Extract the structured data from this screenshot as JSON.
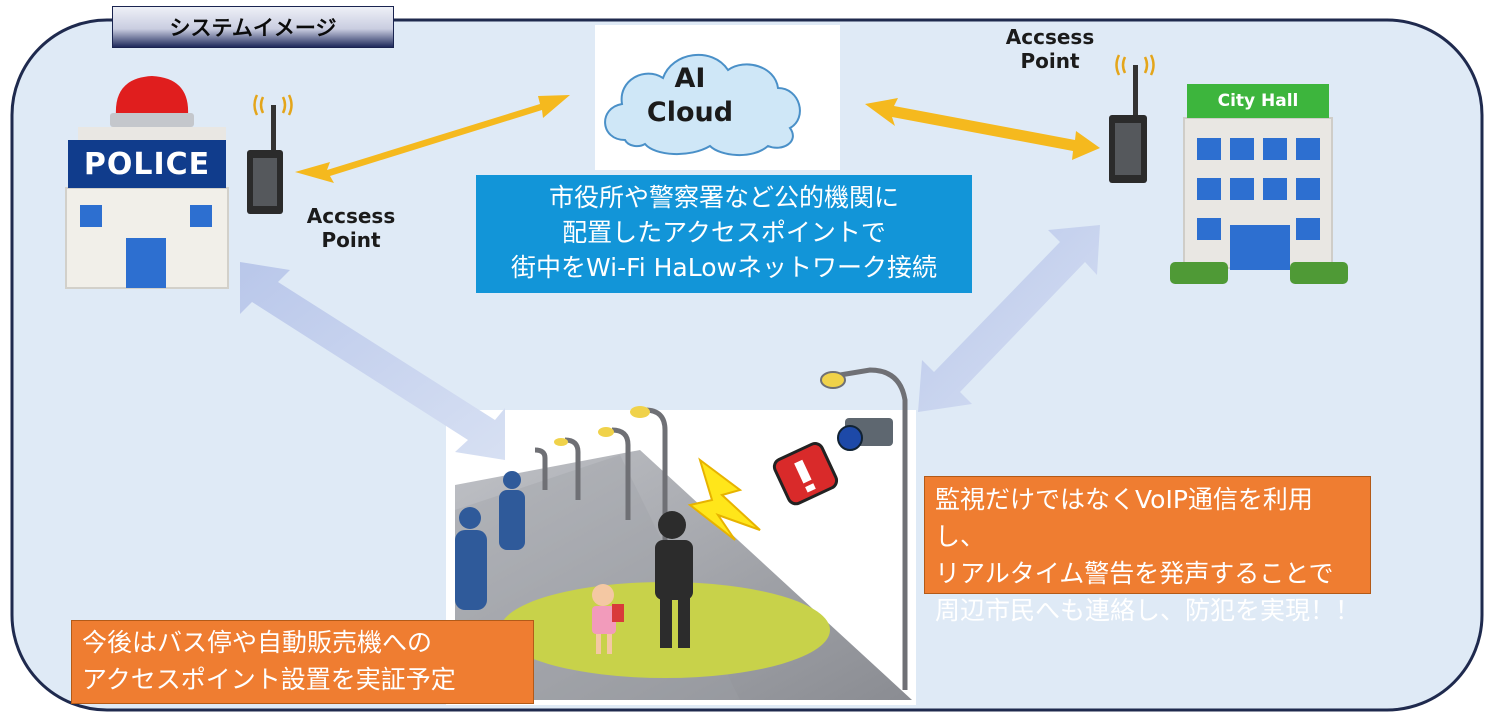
{
  "title_tag": "システムイメージ",
  "cloud": {
    "line1": "AI",
    "line2": "Cloud"
  },
  "access_point": {
    "line1": "Accsess",
    "line2": "Point"
  },
  "police_sign": "POLICE",
  "city_hall_sign": "City Hall",
  "center_box": {
    "line1": "市役所や警察署など公的機関に",
    "line2": "配置したアクセスポイントで",
    "line3": "街中をWi-Fi HaLowネットワーク接続"
  },
  "right_box": {
    "line1": "監視だけではなくVoIP通信を利用し、",
    "line2": "リアルタイム警告を発声することで",
    "line3": "周辺市民へも連絡し、防犯を実現！！"
  },
  "left_box": {
    "line1": "今後はバス停や自動販売機への",
    "line2": "アクセスポイント設置を実証予定"
  },
  "colors": {
    "panel_bg": "#dfeaf6",
    "panel_border": "#1f2a4e",
    "arrow_yellow": "#f5b91e",
    "blue_box": "#1295d8",
    "orange_box": "#ef7d31",
    "police_blue": "#103c8c",
    "city_green": "#3db53d"
  }
}
